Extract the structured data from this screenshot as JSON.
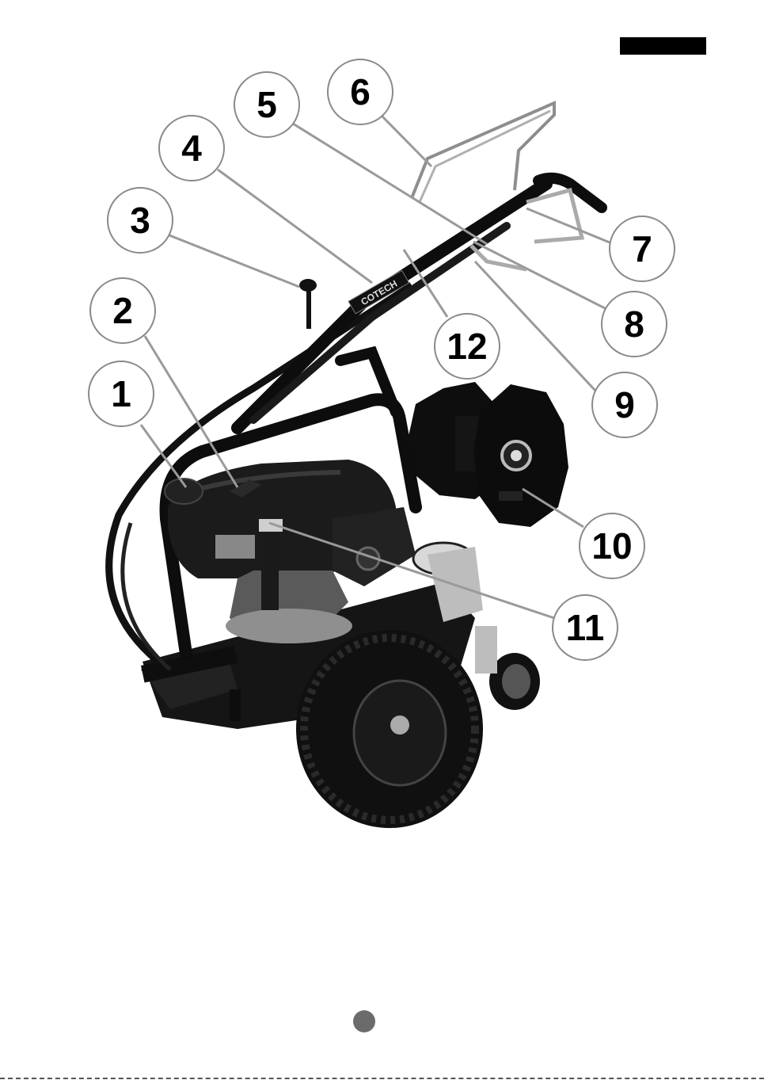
{
  "brand_label": "COTECH",
  "callouts": [
    {
      "number": "1"
    },
    {
      "number": "2"
    },
    {
      "number": "3"
    },
    {
      "number": "4"
    },
    {
      "number": "5"
    },
    {
      "number": "6"
    },
    {
      "number": "7"
    },
    {
      "number": "8"
    },
    {
      "number": "9"
    },
    {
      "number": "10"
    },
    {
      "number": "11"
    },
    {
      "number": "12"
    }
  ],
  "colors": {
    "callout_ring": "#8a8a8a",
    "machine": "#1a1a1a",
    "page_dot": "#6b6b6b"
  }
}
